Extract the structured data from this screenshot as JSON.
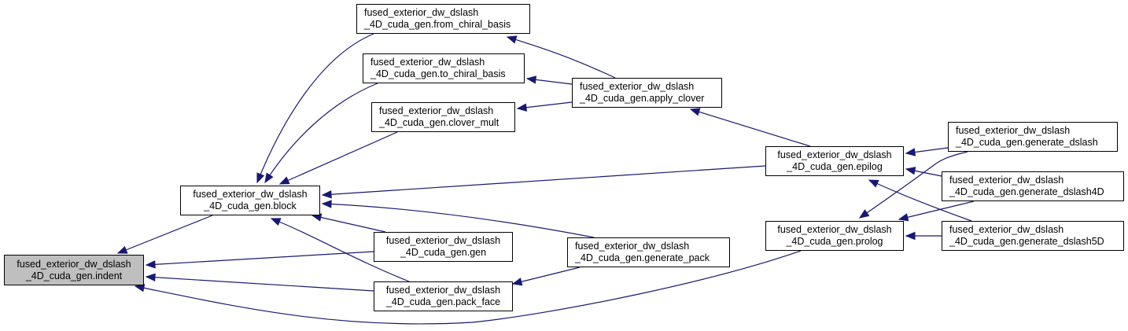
{
  "diagram": {
    "type": "call-graph",
    "edge_color": "#191970",
    "root_fill": "#bfbfbf",
    "nodes": [
      {
        "id": "indent",
        "line1": "fused_exterior_dw_dslash",
        "line2": "_4D_cuda_gen.indent",
        "root": true
      },
      {
        "id": "block",
        "line1": "fused_exterior_dw_dslash",
        "line2": "_4D_cuda_gen.block"
      },
      {
        "id": "from_chiral_basis",
        "line1": "fused_exterior_dw_dslash",
        "line2": "_4D_cuda_gen.from_chiral_basis"
      },
      {
        "id": "to_chiral_basis",
        "line1": "fused_exterior_dw_dslash",
        "line2": "_4D_cuda_gen.to_chiral_basis"
      },
      {
        "id": "clover_mult",
        "line1": "fused_exterior_dw_dslash",
        "line2": "_4D_cuda_gen.clover_mult"
      },
      {
        "id": "gen",
        "line1": "fused_exterior_dw_dslash",
        "line2": "_4D_cuda_gen.gen"
      },
      {
        "id": "pack_face",
        "line1": "fused_exterior_dw_dslash",
        "line2": "_4D_cuda_gen.pack_face"
      },
      {
        "id": "apply_clover",
        "line1": "fused_exterior_dw_dslash",
        "line2": "_4D_cuda_gen.apply_clover"
      },
      {
        "id": "generate_pack",
        "line1": "fused_exterior_dw_dslash",
        "line2": "_4D_cuda_gen.generate_pack"
      },
      {
        "id": "epilog",
        "line1": "fused_exterior_dw_dslash",
        "line2": "_4D_cuda_gen.epilog"
      },
      {
        "id": "prolog",
        "line1": "fused_exterior_dw_dslash",
        "line2": "_4D_cuda_gen.prolog"
      },
      {
        "id": "generate_dslash",
        "line1": "fused_exterior_dw_dslash",
        "line2": "_4D_cuda_gen.generate_dslash"
      },
      {
        "id": "generate_dslash4D",
        "line1": "fused_exterior_dw_dslash",
        "line2": "_4D_cuda_gen.generate_dslash4D"
      },
      {
        "id": "generate_dslash5D",
        "line1": "fused_exterior_dw_dslash",
        "line2": "_4D_cuda_gen.generate_dslash5D"
      }
    ],
    "edges": [
      {
        "from": "block",
        "to": "indent"
      },
      {
        "from": "gen",
        "to": "indent"
      },
      {
        "from": "pack_face",
        "to": "indent"
      },
      {
        "from": "prolog",
        "to": "indent"
      },
      {
        "from": "from_chiral_basis",
        "to": "block"
      },
      {
        "from": "to_chiral_basis",
        "to": "block"
      },
      {
        "from": "clover_mult",
        "to": "block"
      },
      {
        "from": "epilog",
        "to": "block"
      },
      {
        "from": "generate_pack",
        "to": "block"
      },
      {
        "from": "gen",
        "to": "block"
      },
      {
        "from": "pack_face",
        "to": "block"
      },
      {
        "from": "apply_clover",
        "to": "from_chiral_basis"
      },
      {
        "from": "apply_clover",
        "to": "to_chiral_basis"
      },
      {
        "from": "apply_clover",
        "to": "clover_mult"
      },
      {
        "from": "epilog",
        "to": "apply_clover"
      },
      {
        "from": "generate_pack",
        "to": "pack_face"
      },
      {
        "from": "generate_dslash",
        "to": "epilog"
      },
      {
        "from": "generate_dslash4D",
        "to": "epilog"
      },
      {
        "from": "generate_dslash5D",
        "to": "epilog"
      },
      {
        "from": "generate_dslash",
        "to": "prolog"
      },
      {
        "from": "generate_dslash4D",
        "to": "prolog"
      },
      {
        "from": "generate_dslash5D",
        "to": "prolog"
      }
    ]
  }
}
